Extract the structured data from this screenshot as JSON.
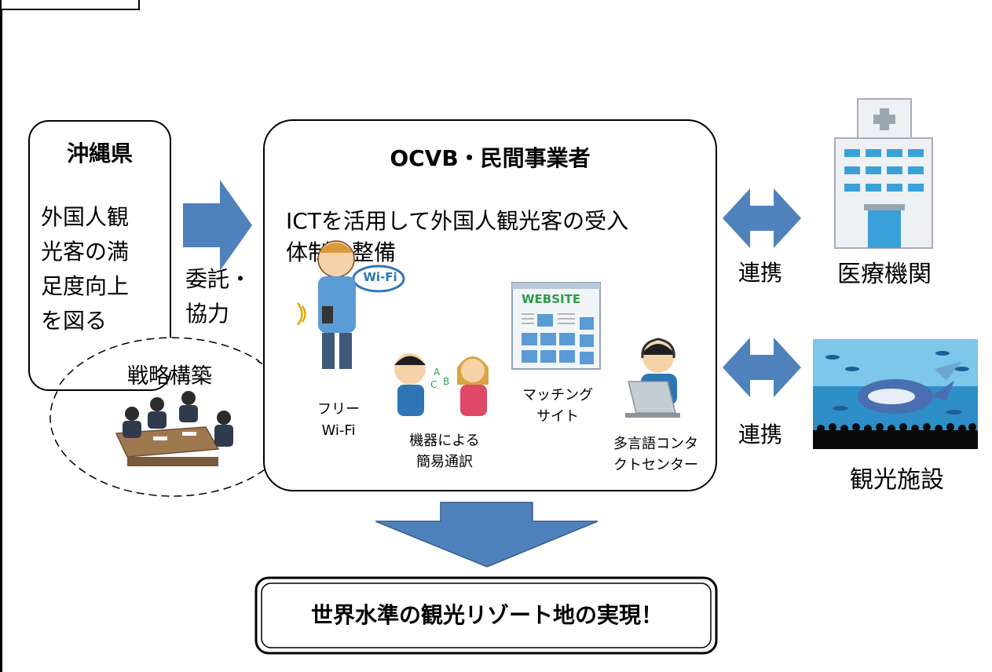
{
  "prefecture": {
    "title": "沖縄県",
    "lines": [
      "外国人観",
      "光客の満",
      "足度向上",
      "を図る"
    ]
  },
  "consign": {
    "lines": [
      "委託・",
      "協力"
    ]
  },
  "strategy": {
    "title": "戦略構築"
  },
  "ocvb": {
    "title": "OCVB・民間事業者",
    "desc_lines": [
      "ICTを活用して外国人観光客の受入",
      "体制を整備"
    ],
    "wifi_bubble": "Wi-Fi",
    "website_banner": "WEBSITE",
    "services": [
      {
        "lines": [
          "フリー",
          "Wi-Fi"
        ]
      },
      {
        "lines": [
          "機器による",
          "簡易通訳"
        ]
      },
      {
        "lines": [
          "マッチング",
          "サイト"
        ]
      },
      {
        "lines": [
          "多言語コンタ",
          "クトセンター"
        ]
      }
    ]
  },
  "links": [
    {
      "label": "連携",
      "target": "医療機関"
    },
    {
      "label": "連携",
      "target": "観光施設"
    }
  ],
  "goal": {
    "text": "世界水準の観光リゾート地の実現！"
  },
  "colors": {
    "arrow_blue": "#4f81bd",
    "arrow_outline": "#385d8a",
    "illustration_blue": "#5b9bd5",
    "frame": "#000000"
  }
}
